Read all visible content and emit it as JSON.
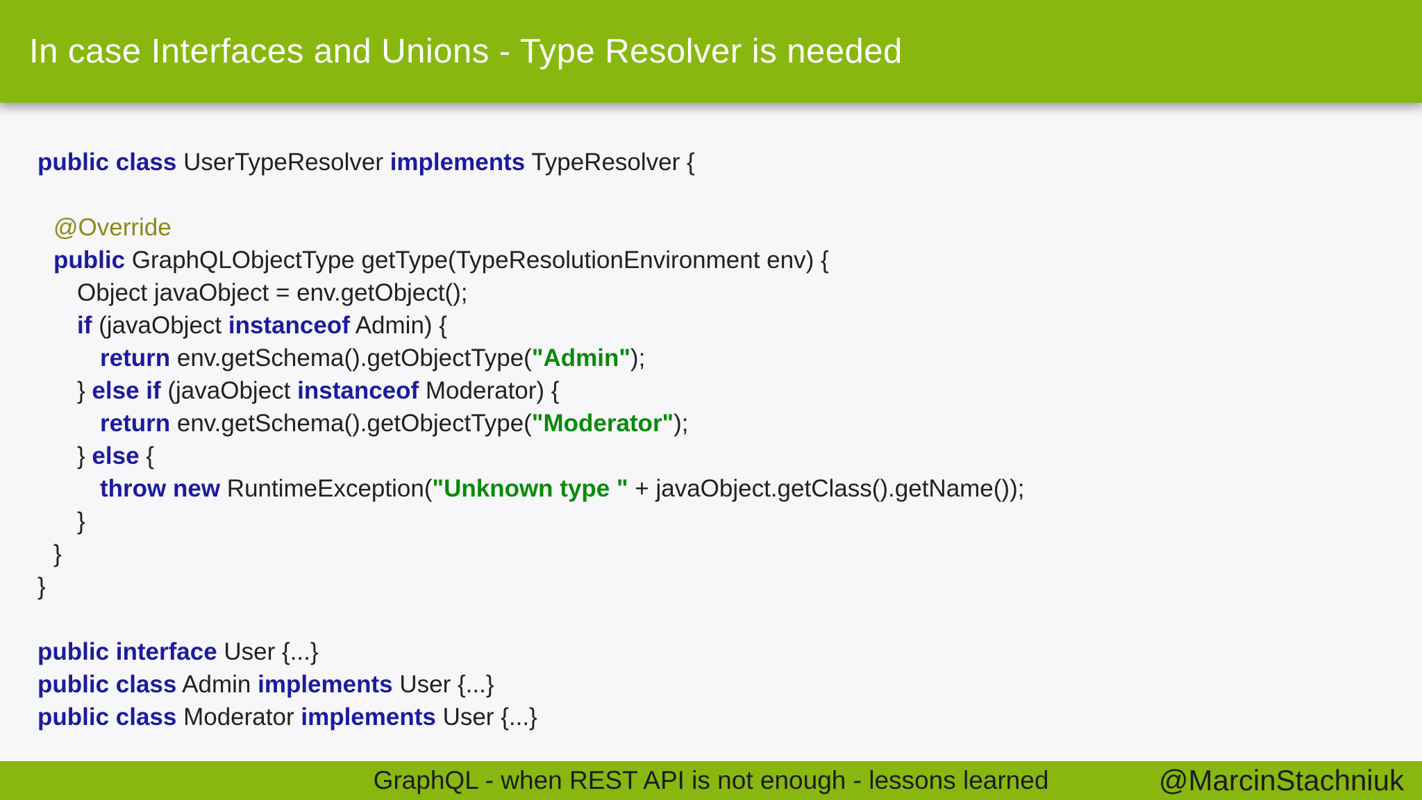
{
  "colors": {
    "accent_green": "#88b80f",
    "header_text": "#ffffff",
    "footer_text": "#1c1c1c",
    "body_bg": "#f6f5f8"
  },
  "header": {
    "title": "In case Interfaces and Unions - Type Resolver is needed"
  },
  "code": {
    "language": "java",
    "colors": {
      "keyword": "#1b1b9e",
      "plain": "#212121",
      "string": "#0a8b0a",
      "annotation": "#8b8b15"
    },
    "lines": [
      {
        "indent": 0,
        "segments": [
          {
            "t": "public class",
            "s": "kw"
          },
          {
            "t": " UserTypeResolver ",
            "s": "pl"
          },
          {
            "t": "implements",
            "s": "kw"
          },
          {
            "t": " TypeResolver {",
            "s": "pl"
          }
        ]
      },
      {
        "indent": 0,
        "segments": []
      },
      {
        "indent": 1,
        "segments": [
          {
            "t": "@Override",
            "s": "an"
          }
        ]
      },
      {
        "indent": 1,
        "segments": [
          {
            "t": "public",
            "s": "kw"
          },
          {
            "t": " GraphQLObjectType getType(TypeResolutionEnvironment env) {",
            "s": "pl"
          }
        ]
      },
      {
        "indent": 2,
        "segments": [
          {
            "t": "Object javaObject = env.getObject();",
            "s": "pl"
          }
        ]
      },
      {
        "indent": 2,
        "segments": [
          {
            "t": "if",
            "s": "kw"
          },
          {
            "t": " (javaObject ",
            "s": "pl"
          },
          {
            "t": "instanceof",
            "s": "kw"
          },
          {
            "t": " Admin) {",
            "s": "pl"
          }
        ]
      },
      {
        "indent": 3,
        "segments": [
          {
            "t": "return",
            "s": "kw"
          },
          {
            "t": " env.getSchema().getObjectType(",
            "s": "pl"
          },
          {
            "t": "\"Admin\"",
            "s": "st"
          },
          {
            "t": ");",
            "s": "pl"
          }
        ]
      },
      {
        "indent": 2,
        "segments": [
          {
            "t": "} ",
            "s": "pl"
          },
          {
            "t": "else if",
            "s": "kw"
          },
          {
            "t": " (javaObject ",
            "s": "pl"
          },
          {
            "t": "instanceof",
            "s": "kw"
          },
          {
            "t": " Moderator) {",
            "s": "pl"
          }
        ]
      },
      {
        "indent": 3,
        "segments": [
          {
            "t": "return",
            "s": "kw"
          },
          {
            "t": " env.getSchema().getObjectType(",
            "s": "pl"
          },
          {
            "t": "\"Moderator\"",
            "s": "st"
          },
          {
            "t": ");",
            "s": "pl"
          }
        ]
      },
      {
        "indent": 2,
        "segments": [
          {
            "t": "} ",
            "s": "pl"
          },
          {
            "t": "else",
            "s": "kw"
          },
          {
            "t": " {",
            "s": "pl"
          }
        ]
      },
      {
        "indent": 3,
        "segments": [
          {
            "t": "throw new",
            "s": "kw"
          },
          {
            "t": " RuntimeException(",
            "s": "pl"
          },
          {
            "t": "\"Unknown type \"",
            "s": "st"
          },
          {
            "t": " + javaObject.getClass().getName());",
            "s": "pl"
          }
        ]
      },
      {
        "indent": 2,
        "segments": [
          {
            "t": "}",
            "s": "pl"
          }
        ]
      },
      {
        "indent": 1,
        "segments": [
          {
            "t": "}",
            "s": "pl"
          }
        ]
      },
      {
        "indent": 0,
        "segments": [
          {
            "t": "}",
            "s": "pl"
          }
        ]
      },
      {
        "indent": 0,
        "segments": []
      },
      {
        "indent": 0,
        "segments": [
          {
            "t": "public interface",
            "s": "kw"
          },
          {
            "t": " User {...}",
            "s": "pl"
          }
        ]
      },
      {
        "indent": 0,
        "segments": [
          {
            "t": "public class",
            "s": "kw"
          },
          {
            "t": " Admin ",
            "s": "pl"
          },
          {
            "t": "implements",
            "s": "kw"
          },
          {
            "t": " User {...}",
            "s": "pl"
          }
        ]
      },
      {
        "indent": 0,
        "segments": [
          {
            "t": "public class",
            "s": "kw"
          },
          {
            "t": " Moderator ",
            "s": "pl"
          },
          {
            "t": "implements",
            "s": "kw"
          },
          {
            "t": " User {...}",
            "s": "pl"
          }
        ]
      }
    ]
  },
  "footer": {
    "talk_title": "GraphQL - when REST API is not enough - lessons learned",
    "handle": "@MarcinStachniuk"
  }
}
